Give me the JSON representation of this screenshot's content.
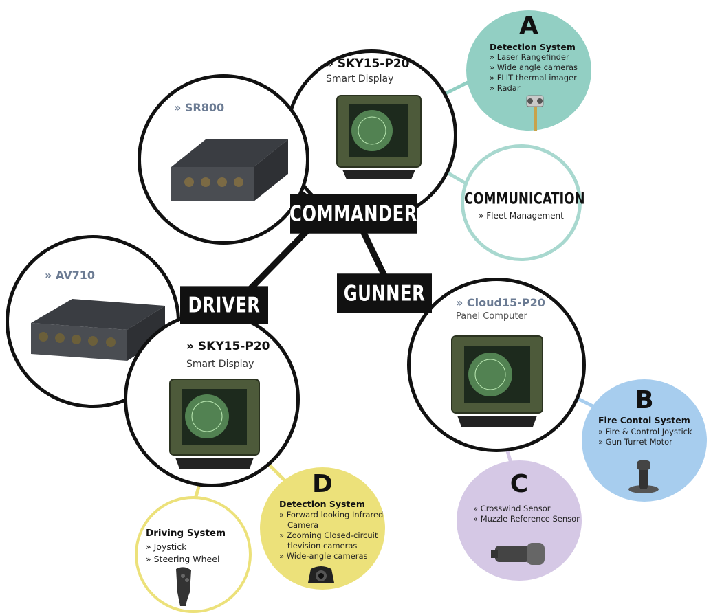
{
  "roles": {
    "commander": "COMMANDER",
    "driver": "DRIVER",
    "gunner": "GUNNER"
  },
  "products": {
    "sr800": {
      "name": "» SR800"
    },
    "av710": {
      "name": "» AV710"
    },
    "sky15_commander": {
      "name": "» SKY15-P20",
      "subtitle": "Smart Display"
    },
    "sky15_driver": {
      "name": "» SKY15-P20",
      "subtitle": "Smart Display"
    },
    "cloud15": {
      "name": "» Cloud15-P20",
      "subtitle": "Panel Computer"
    }
  },
  "systems": {
    "a": {
      "letter": "A",
      "title": "Detection System",
      "items": [
        "» Laser Rangefinder",
        "» Wide angle cameras",
        "» FLIT thermal imager",
        "» Radar"
      ],
      "color": "#92cfc3"
    },
    "communication": {
      "title": "COMMUNICATION",
      "items": [
        "» Fleet Management"
      ],
      "color": "#a8d8cf"
    },
    "b": {
      "letter": "B",
      "title": "Fire Contol System",
      "items": [
        "» Fire & Control Joystick",
        "» Gun Turret Motor"
      ],
      "color": "#a7cdee"
    },
    "c": {
      "letter": "C",
      "items": [
        "» Crosswind Sensor",
        "» Muzzle Reference Sensor"
      ],
      "color": "#d5c8e5"
    },
    "d": {
      "letter": "D",
      "title": "Detection System",
      "items": [
        "» Forward looking Infrared",
        "Camera",
        "» Zooming Closed-circuit",
        "tlevision cameras",
        "» Wide-angle cameras"
      ],
      "color": "#ece17a"
    },
    "driving": {
      "title": "Driving System",
      "items": [
        "» Joystick",
        "» Steering Wheel"
      ],
      "color": "#ece17a"
    }
  }
}
